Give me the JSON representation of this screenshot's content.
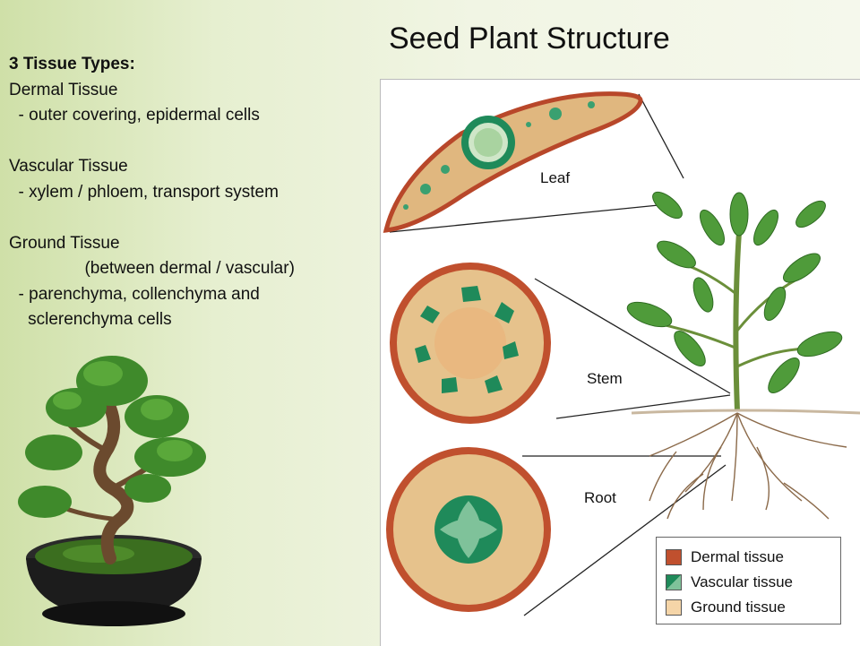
{
  "slide": {
    "title": "Seed Plant Structure"
  },
  "text_block": {
    "heading": "3 Tissue Types:",
    "lines": [
      "Dermal Tissue",
      "  - outer covering, epidermal cells",
      "",
      "Vascular Tissue",
      "  - xylem / phloem, transport system",
      "",
      "Ground Tissue",
      "                (between dermal / vascular)",
      "  - parenchyma, collenchyma and",
      "    sclerenchyma cells"
    ]
  },
  "diagram": {
    "labels": {
      "leaf": "Leaf",
      "stem": "Stem",
      "root": "Root"
    },
    "legend": [
      {
        "label": "Dermal tissue",
        "color": "#c0502e"
      },
      {
        "label": "Vascular tissue",
        "color": "#1f8a5a"
      },
      {
        "label": "Ground tissue",
        "color": "#f5d5a8"
      }
    ]
  },
  "colors": {
    "dermal": "#c0502e",
    "vascular": "#1f8a5a",
    "ground": "#e8c48e",
    "leaf_green": "#4f9b3a"
  }
}
